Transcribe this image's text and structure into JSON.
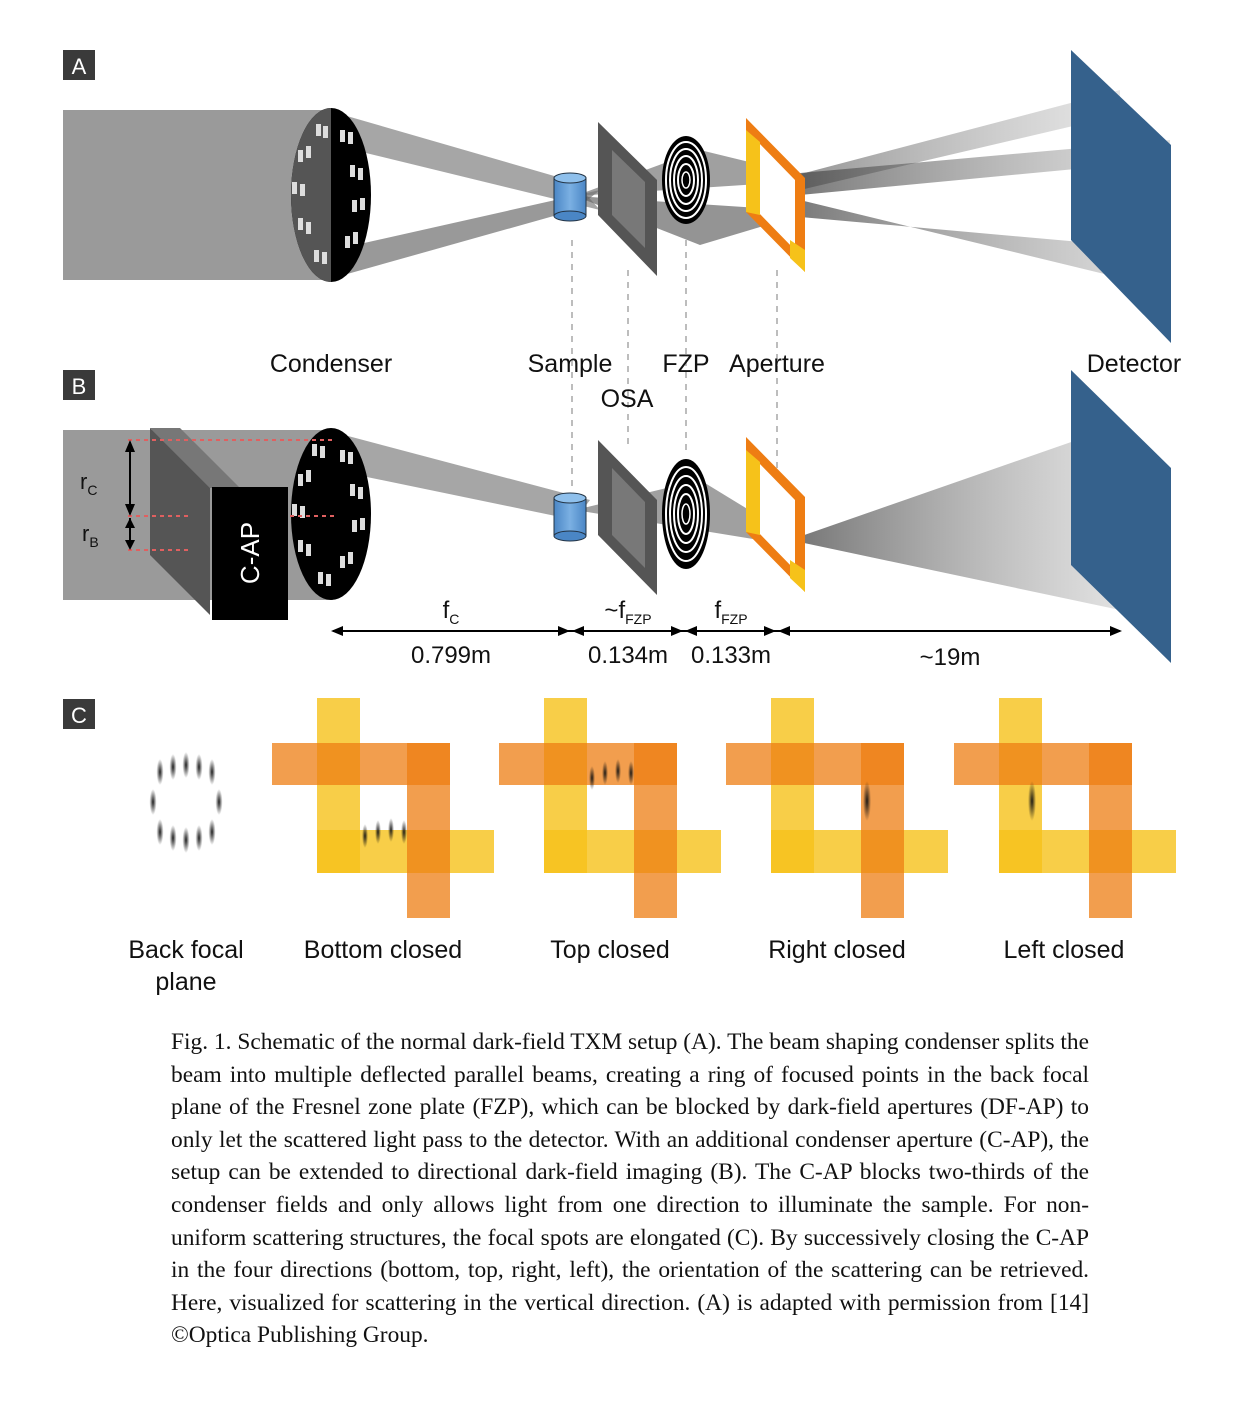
{
  "panels": {
    "a": {
      "tag": "A",
      "labels": {
        "condenser": "Condenser",
        "sample": "Sample",
        "fzp": "FZP",
        "aperture": "Aperture",
        "detector": "Detector",
        "osa": "OSA"
      }
    },
    "b": {
      "tag": "B",
      "cap_label": "C-AP",
      "r_c": "r",
      "r_c_sub": "C",
      "r_b": "r",
      "r_b_sub": "B",
      "distances": [
        {
          "main": "f",
          "sub": "C",
          "value": "0.799m"
        },
        {
          "main": "~f",
          "sub": "FZP",
          "value": "0.134m"
        },
        {
          "main": "f",
          "sub": "FZP",
          "value": "0.133m"
        },
        {
          "main": "",
          "sub": "",
          "value": "~19m"
        }
      ]
    },
    "c": {
      "tag": "C",
      "back_focal_line1": "Back focal",
      "back_focal_line2": "plane",
      "conditions": [
        "Bottom closed",
        "Top closed",
        "Right closed",
        "Left closed"
      ]
    }
  },
  "colors": {
    "detector": "#35618c",
    "sample": "#5b9bd5",
    "aperture_orange": "#ee7d13",
    "aperture_yellow": "#f6c21a",
    "osa": "#555555",
    "dim_line_red": "#e06060"
  },
  "caption": "Fig. 1. Schematic of the normal dark-field TXM setup (A). The beam shaping condenser splits the beam into multiple deflected parallel beams, creating a ring of focused points in the back focal plane of the Fresnel zone plate (FZP), which can be blocked by dark-field apertures (DF-AP) to only let the scattered light pass to the detector. With an additional condenser aperture (C-AP), the setup can be extended to directional dark-field imaging (B). The C-AP blocks two-thirds of the condenser fields and only allows light from one direction to illuminate the sample. For non-uniform scattering structures, the focal spots are elongated (C). By successively closing the C-AP in the four directions (bottom, top, right, left), the orientation of the scattering can be retrieved. Here, visualized for scattering in the vertical direction. (A) is adapted with permission from [14] ©Optica Publishing Group."
}
